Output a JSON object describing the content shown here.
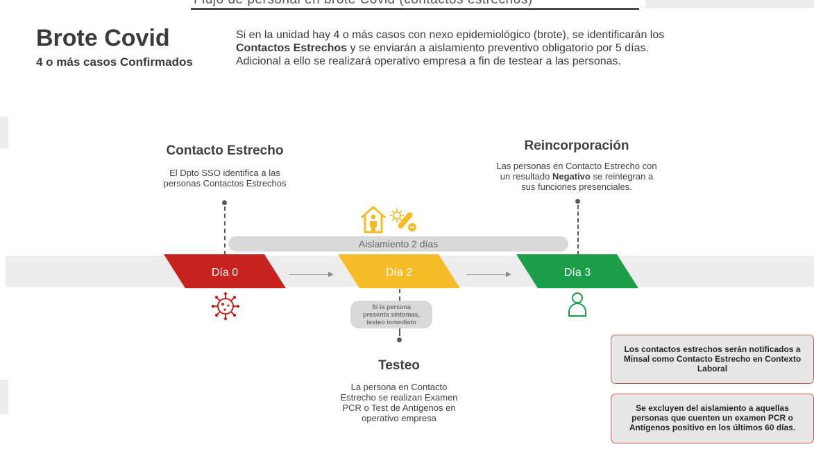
{
  "header": {
    "top_cropped_title": "Flujo de personal en brote Covid (contactos estrechos)",
    "title": "Brote Covid",
    "subtitle": "4 o más casos Confirmados",
    "intro_line1": "Si en la unidad hay 4 o más casos con nexo epidemiológico (brote), se identificarán los",
    "intro_line2_bold": "Contactos Estrechos",
    "intro_line2_rest": " y se enviarán a aislamiento preventivo obligatorio por 5 días.",
    "intro_line3": "Adicional a ello se realizará operativo empresa a fin de testear a las personas."
  },
  "timeline": {
    "isolation_label": "Aislamiento 2 días",
    "days": [
      {
        "label": "Día 0",
        "color": "#c8221e",
        "icon": "virus-icon"
      },
      {
        "label": "Día 2",
        "color": "#f6bc27",
        "icon": "none"
      },
      {
        "label": "Día 3",
        "color": "#1a9e48",
        "icon": "person-icon"
      }
    ],
    "isolation_icons": [
      "home-isolation-icon",
      "test-tube-icon"
    ]
  },
  "steps": {
    "contacto": {
      "title": "Contacto Estrecho",
      "text_line1": "El Dpto SSO identifica a las",
      "text_line2": "personas Contactos Estrechos"
    },
    "reincorporacion": {
      "title": "Reincorporación",
      "text_line1": "Las personas en Contacto Estrecho con",
      "text_line2_pre": "un resultado ",
      "text_line2_bold": "Negativo",
      "text_line2_post": " se reintegran a",
      "text_line3": "sus funciones presenciales."
    },
    "testeo": {
      "title": "Testeo",
      "text_line1": "La persona en Contacto",
      "text_line2": "Estrecho se realizan Examen",
      "text_line3": "PCR o Test de Antígenos en",
      "text_line4": "operativo empresa"
    }
  },
  "symptom_pill": {
    "line1": "Si la persona",
    "line2": "presenta síntomas,",
    "line3": "testeo inmediato"
  },
  "notes": [
    {
      "line1": "Los contactos estrechos serán notificados a",
      "line2": "Minsal como Contacto Estrecho en Contexto",
      "line3": "Laboral"
    },
    {
      "line1": "Se excluyen del aislamiento a aquellas",
      "line2": "personas que cuenten un examen PCR o",
      "line3": "Antígenos positivo en los últimos 60 días."
    }
  ]
}
